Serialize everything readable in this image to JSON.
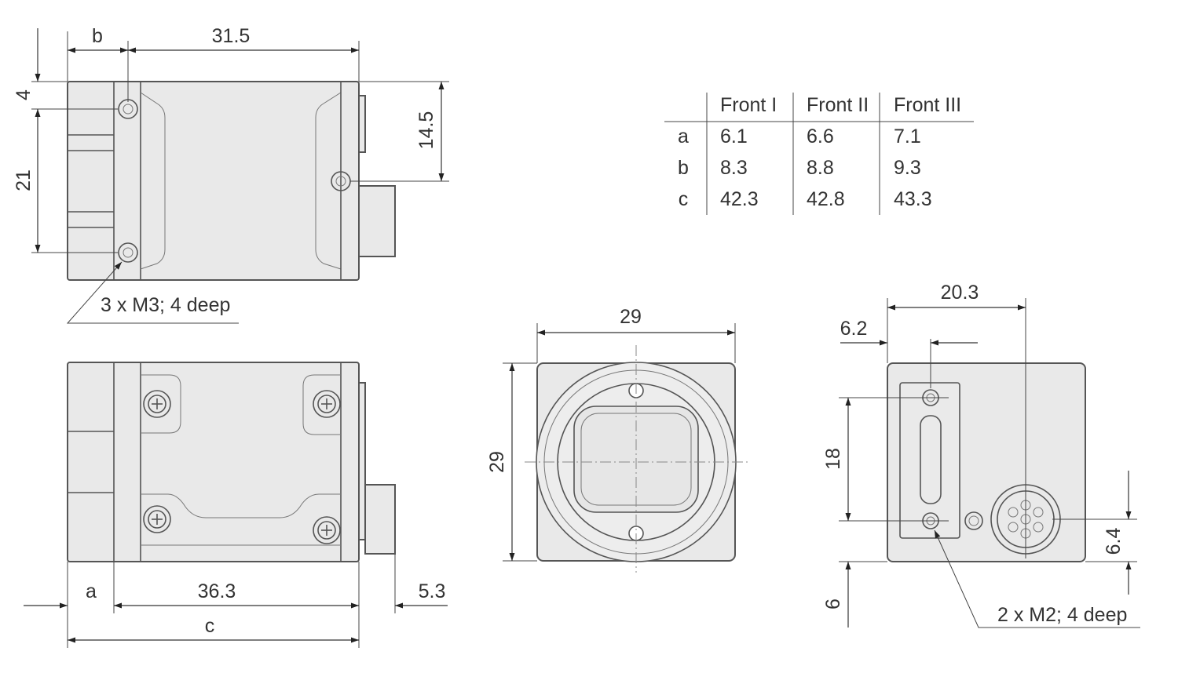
{
  "top_view": {
    "dim_b": "b",
    "dim_length": "31.5",
    "dim_4": "4",
    "dim_21": "21",
    "dim_14_5": "14.5",
    "note": "3 x M3; 4 deep"
  },
  "bottom_view": {
    "dim_a": "a",
    "dim_body": "36.3",
    "dim_connector": "5.3",
    "dim_c": "c"
  },
  "front_view": {
    "width": "29",
    "height": "29"
  },
  "rear_view": {
    "width": "20.3",
    "offset": "6.2",
    "hole_spacing": "18",
    "bottom_offset": "6",
    "connector_height": "6.4",
    "note": "2 x M2; 4 deep"
  },
  "table": {
    "headers": [
      "",
      "Front I",
      "Front II",
      "Front III"
    ],
    "rows": [
      [
        "a",
        "6.1",
        "6.6",
        "7.1"
      ],
      [
        "b",
        "8.3",
        "8.8",
        "9.3"
      ],
      [
        "c",
        "42.3",
        "42.8",
        "43.3"
      ]
    ]
  }
}
